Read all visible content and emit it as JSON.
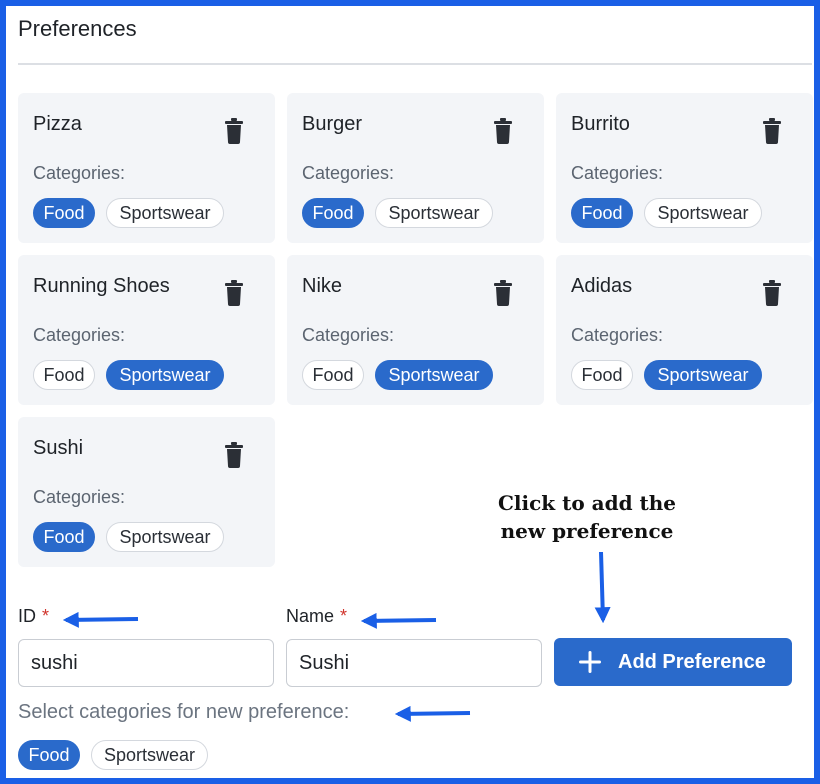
{
  "page": {
    "title": "Preferences"
  },
  "cards": [
    {
      "name": "Pizza",
      "categories_label": "Categories:",
      "food": "Food",
      "sportswear": "Sportswear",
      "selected": "food"
    },
    {
      "name": "Burger",
      "categories_label": "Categories:",
      "food": "Food",
      "sportswear": "Sportswear",
      "selected": "food"
    },
    {
      "name": "Burrito",
      "categories_label": "Categories:",
      "food": "Food",
      "sportswear": "Sportswear",
      "selected": "food"
    },
    {
      "name": "Running Shoes",
      "categories_label": "Categories:",
      "food": "Food",
      "sportswear": "Sportswear",
      "selected": "sportswear"
    },
    {
      "name": "Nike",
      "categories_label": "Categories:",
      "food": "Food",
      "sportswear": "Sportswear",
      "selected": "sportswear"
    },
    {
      "name": "Adidas",
      "categories_label": "Categories:",
      "food": "Food",
      "sportswear": "Sportswear",
      "selected": "sportswear"
    },
    {
      "name": "Sushi",
      "categories_label": "Categories:",
      "food": "Food",
      "sportswear": "Sportswear",
      "selected": "food"
    }
  ],
  "form": {
    "id_label": "ID",
    "id_value": "sushi",
    "name_label": "Name",
    "name_value": "Sushi",
    "required_mark": "*",
    "add_button": "Add Preference",
    "select_label": "Select categories for new preference:",
    "category_food": "Food",
    "category_sportswear": "Sportswear",
    "selected": "food"
  },
  "annotation": {
    "line1": "Click to add the",
    "line2": "new preference"
  },
  "colors": {
    "accent": "#2a6acb",
    "frame": "#1a5fe6",
    "required": "#d0342c",
    "arrow": "#1a5fe6"
  },
  "icons": {
    "delete": "trash-icon",
    "add": "plus-icon"
  }
}
